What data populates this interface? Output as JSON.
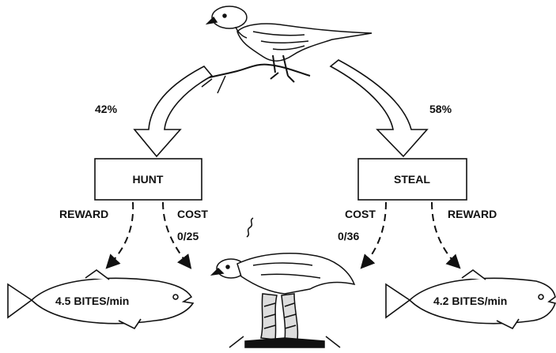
{
  "diagram": {
    "left": {
      "percent": "42%",
      "box": "HUNT",
      "reward_label": "REWARD",
      "cost_label": "COST",
      "cost_value": "0/25",
      "fish_text": "4.5 BITES/min"
    },
    "right": {
      "percent": "58%",
      "box": "STEAL",
      "reward_label": "REWARD",
      "cost_label": "COST",
      "cost_value": "0/36",
      "fish_text": "4.2 BITES/min"
    },
    "colors": {
      "ink": "#111111",
      "paper": "#ffffff"
    },
    "icons": [
      "eagle-perched-icon",
      "eagle-fighting-icon",
      "fish-icon"
    ]
  }
}
